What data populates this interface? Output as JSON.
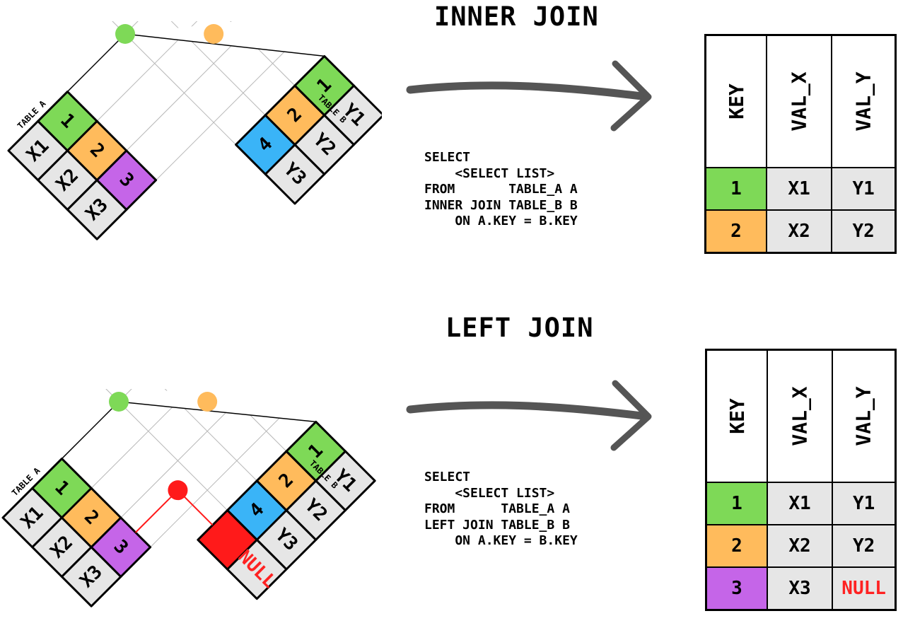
{
  "colors": {
    "green": "#7ed957",
    "orange": "#ffbb5c",
    "purple": "#c565e8",
    "blue": "#3ab4f7",
    "red": "#ff1a1a",
    "gray": "#e6e6e6",
    "null_text": "#ff2222"
  },
  "inner": {
    "title": "INNER JOIN",
    "sql": [
      "SELECT",
      "    <SELECT LIST>",
      "FROM       TABLE_A A",
      "INNER JOIN TABLE_B B",
      "    ON A.KEY = B.KEY"
    ],
    "diagram": {
      "table_a_label": "TABLE A",
      "table_b_label": "TABLE B",
      "a_keys": [
        "1",
        "2",
        "3"
      ],
      "a_vals": [
        "X1",
        "X2",
        "X3"
      ],
      "b_keys": [
        "1",
        "2",
        "4"
      ],
      "b_vals": [
        "Y1",
        "Y2",
        "Y3"
      ]
    },
    "result": {
      "headers": [
        "KEY",
        "VAL_X",
        "VAL_Y"
      ],
      "rows": [
        [
          "1",
          "X1",
          "Y1"
        ],
        [
          "2",
          "X2",
          "Y2"
        ]
      ]
    }
  },
  "left": {
    "title": "LEFT JOIN",
    "sql": [
      "SELECT",
      "    <SELECT LIST>",
      "FROM      TABLE_A A",
      "LEFT JOIN TABLE_B B",
      "    ON A.KEY = B.KEY"
    ],
    "diagram": {
      "table_a_label": "TABLE A",
      "table_b_label": "TABLE B",
      "a_keys": [
        "1",
        "2",
        "3"
      ],
      "a_vals": [
        "X1",
        "X2",
        "X3"
      ],
      "b_keys": [
        "1",
        "2",
        "4"
      ],
      "b_vals": [
        "Y1",
        "Y2",
        "Y3"
      ],
      "null_label": "NULL"
    },
    "result": {
      "headers": [
        "KEY",
        "VAL_X",
        "VAL_Y"
      ],
      "rows": [
        [
          "1",
          "X1",
          "Y1"
        ],
        [
          "2",
          "X2",
          "Y2"
        ],
        [
          "3",
          "X3",
          "NULL"
        ]
      ]
    }
  }
}
